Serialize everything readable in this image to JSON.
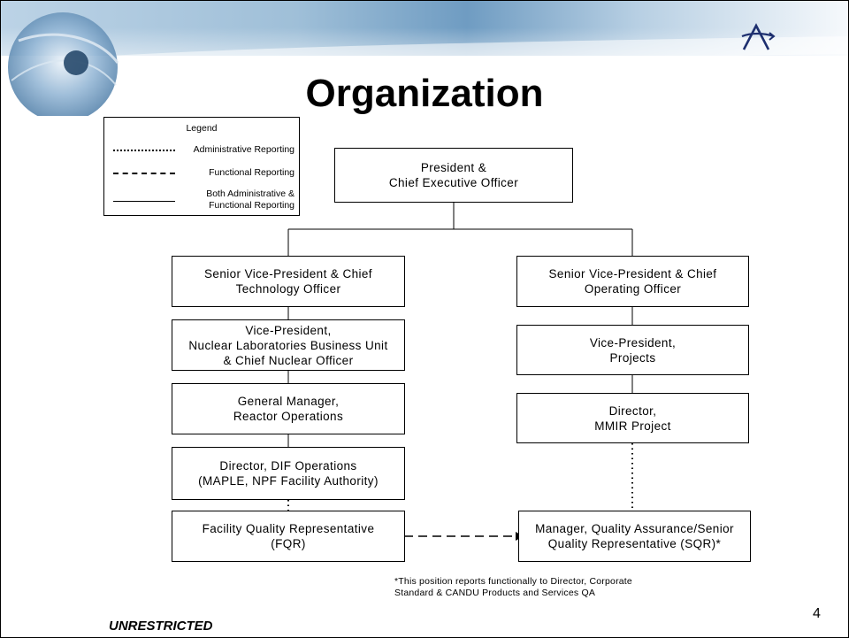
{
  "slide": {
    "title": "Organization",
    "footer": "UNRESTRICTED",
    "page_number": "4"
  },
  "legend": {
    "title": "Legend",
    "items": [
      {
        "style": "dotted",
        "label": "Administrative Reporting"
      },
      {
        "style": "dashed",
        "label": "Functional Reporting"
      },
      {
        "style": "solid",
        "label_lines": [
          "Both Administrative &",
          "Functional Reporting"
        ]
      }
    ]
  },
  "org": {
    "president": [
      "President &",
      "Chief Executive Officer"
    ],
    "left": [
      [
        "Senior Vice-President & Chief",
        "Technology Officer"
      ],
      [
        "Vice-President,",
        "Nuclear Laboratories Business Unit",
        "& Chief Nuclear Officer"
      ],
      [
        "General Manager,",
        "Reactor Operations"
      ],
      [
        "Director, DIF Operations",
        "(MAPLE, NPF Facility Authority)"
      ],
      [
        "Facility Quality Representative",
        "(FQR)"
      ]
    ],
    "right": [
      [
        "Senior Vice-President & Chief",
        "Operating Officer"
      ],
      [
        "Vice-President,",
        "Projects"
      ],
      [
        "Director,",
        "MMIR Project"
      ],
      [
        "Manager, Quality Assurance/Senior",
        "Quality Representative (SQR)*"
      ]
    ],
    "footnote": [
      "*This position reports functionally to Director, Corporate",
      "Standard & CANDU Products and Services QA"
    ]
  }
}
